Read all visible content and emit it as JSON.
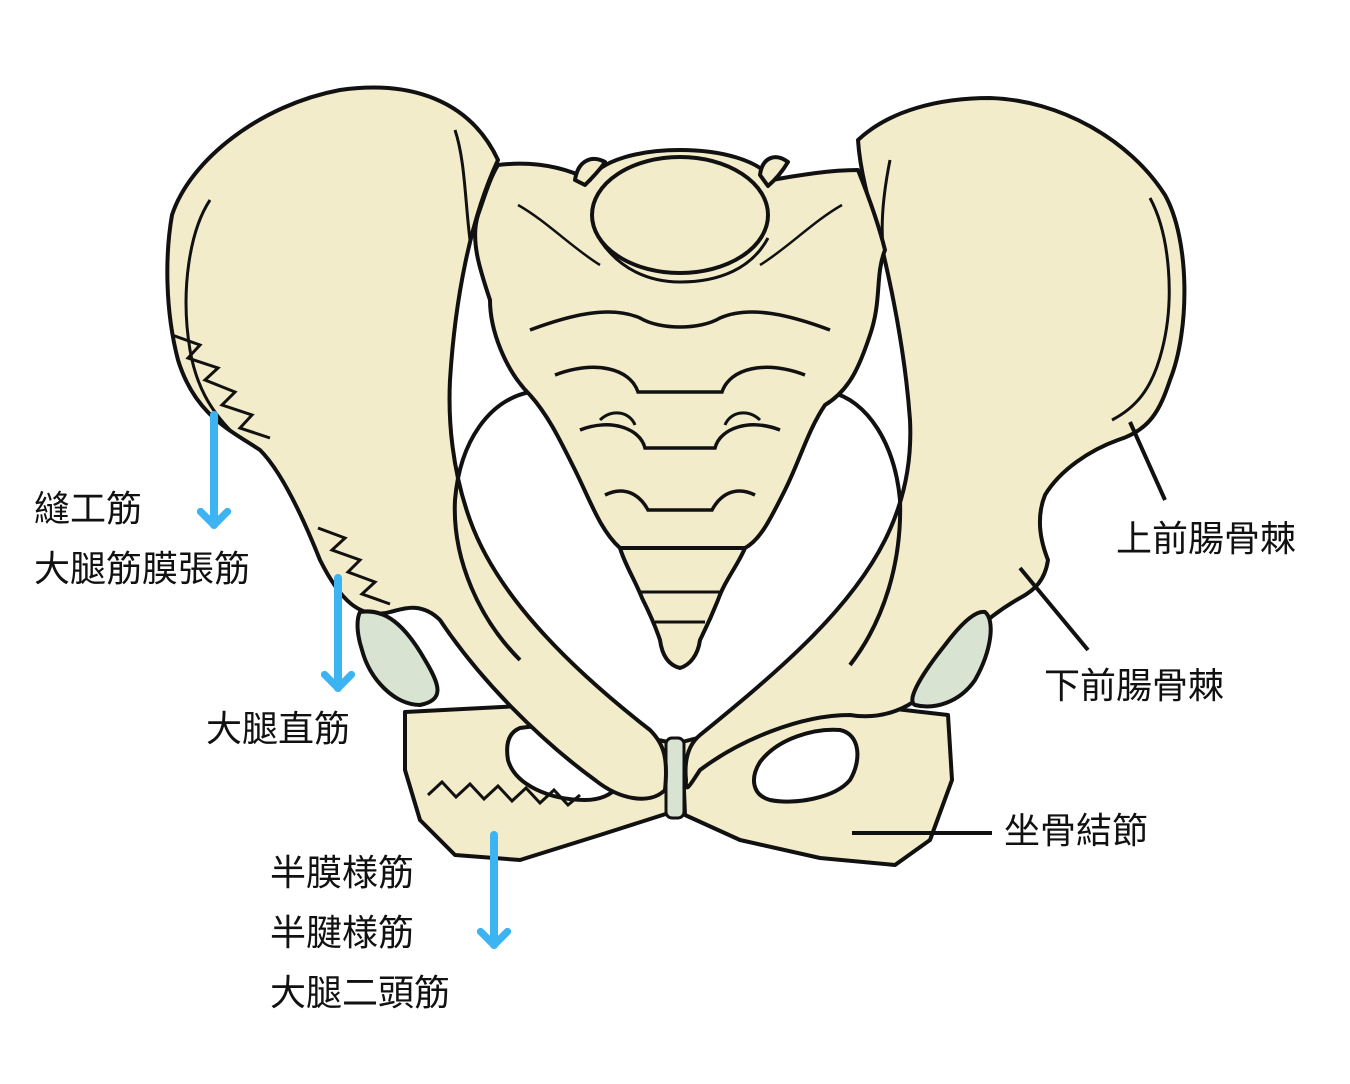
{
  "colors": {
    "bone": "#f3eccb",
    "bone_shadow": "#ece2bd",
    "cartilage": "#d9e3d2",
    "outline": "#111111",
    "arrow": "#3cb4f2",
    "background": "#ffffff"
  },
  "labels": {
    "sartorius": "縫工筋",
    "tfl": "大腿筋膜張筋",
    "rectus_femoris": "大腿直筋",
    "semimembranosus": "半膜様筋",
    "semitendinosus": "半腱様筋",
    "biceps_femoris": "大腿二頭筋",
    "asis": "上前腸骨棘",
    "aiis": "下前腸骨棘",
    "ischial_tuberosity": "坐骨結節"
  }
}
